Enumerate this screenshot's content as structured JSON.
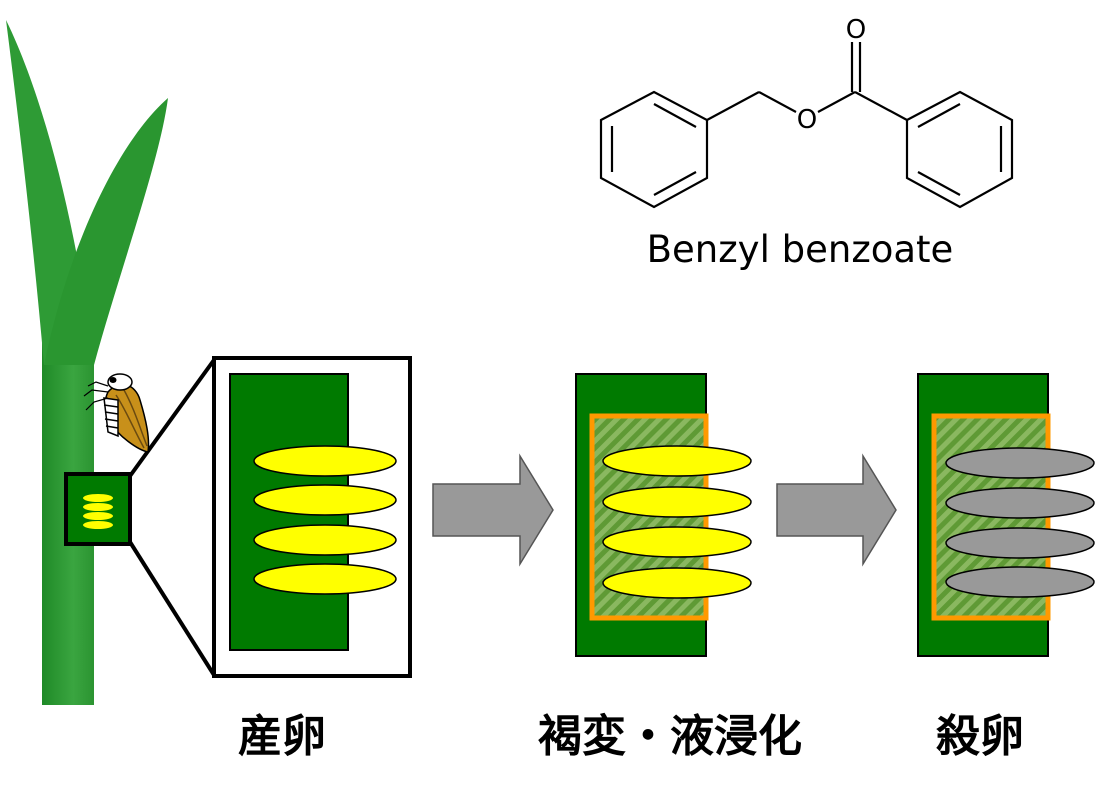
{
  "molecule": {
    "name": "Benzyl benzoate",
    "oxygen_atoms": [
      "O",
      "O"
    ]
  },
  "stages": [
    {
      "id": "oviposition",
      "label": "産卵",
      "egg_color": "#ffff00",
      "tissue_treated": false
    },
    {
      "id": "browning",
      "label": "褐変・液浸化",
      "egg_color": "#ffff00",
      "tissue_treated": true
    },
    {
      "id": "egg-killing",
      "label": "殺卵",
      "egg_color": "#999999",
      "tissue_treated": true
    }
  ],
  "colors": {
    "plant": "#2e9b35",
    "tissue": "#007a00",
    "treated_border": "#ff9900",
    "treated_hatch": "#7fae4c",
    "arrow": "#999999",
    "insect_body": "#c8901a",
    "egg_yellow": "#ffff00",
    "egg_dead": "#999999"
  },
  "eggs_per_cluster": 4
}
